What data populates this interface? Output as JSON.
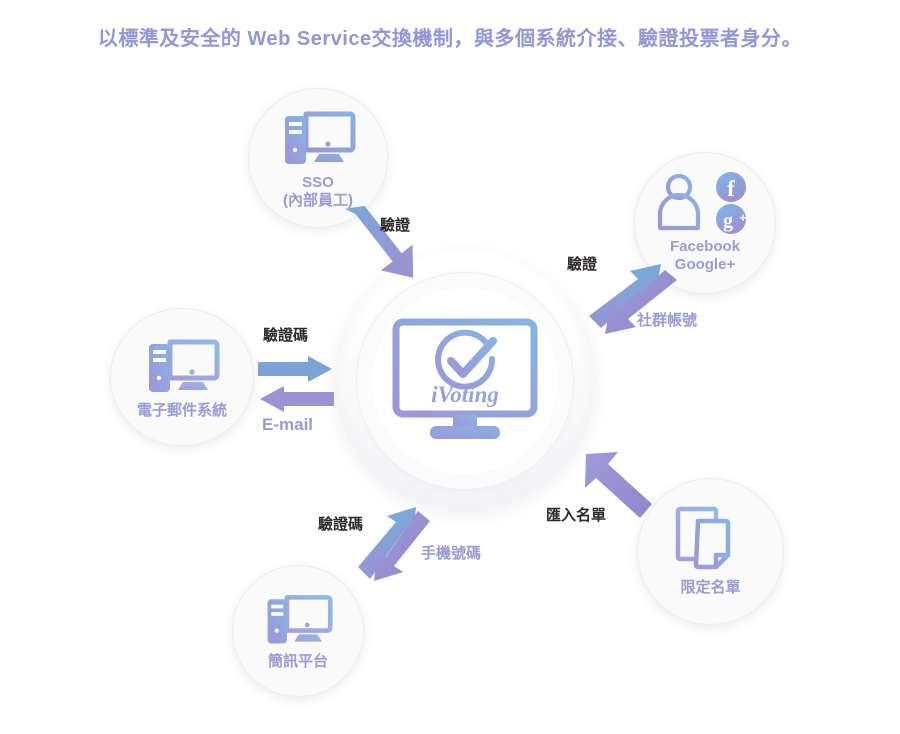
{
  "page": {
    "title": "以標準及安全的 Web Service交換機制，與多個系統介接、驗證投票者身分。",
    "title_color": "#9296d8",
    "background": "#ffffff"
  },
  "hub": {
    "name": "iVoting",
    "wordmark": "iVoting",
    "icon": "monitor-check-icon",
    "accent_from": "#7fb0e0",
    "accent_to": "#9a8fd2"
  },
  "nodes": [
    {
      "id": "sso",
      "icon": "desktop-computer-icon",
      "label_line1": "SSO",
      "label_line2": "(內部員工)"
    },
    {
      "id": "social",
      "icon": "person-social-badges-icon",
      "label_line1": "Facebook",
      "label_line2": "Google+",
      "badges": [
        {
          "name": "facebook-badge",
          "glyph": "f"
        },
        {
          "name": "google-plus-badge",
          "glyph": "g+"
        }
      ]
    },
    {
      "id": "email",
      "icon": "desktop-computer-icon",
      "label_line1": "電子郵件系統",
      "label_line2": ""
    },
    {
      "id": "sms",
      "icon": "desktop-computer-icon",
      "label_line1": "簡訊平台",
      "label_line2": ""
    },
    {
      "id": "roster",
      "icon": "documents-icon",
      "label_line1": "限定名單",
      "label_line2": ""
    }
  ],
  "edges": [
    {
      "id": "sso-to-hub",
      "label_primary": "驗證",
      "label_secondary": "",
      "direction": "one-way"
    },
    {
      "id": "hub-to-social",
      "label_primary": "驗證",
      "label_secondary": "社群帳號",
      "direction": "two-way"
    },
    {
      "id": "email-to-hub",
      "label_primary": "驗證碼",
      "label_secondary": "E-mail",
      "direction": "two-way"
    },
    {
      "id": "sms-to-hub",
      "label_primary": "驗證碼",
      "label_secondary": "手機號碼",
      "direction": "two-way"
    },
    {
      "id": "roster-to-hub",
      "label_primary": "匯入名單",
      "label_secondary": "",
      "direction": "one-way"
    }
  ],
  "colors": {
    "arrow_blue": "#7ba3d8",
    "arrow_purple": "#9a93d4",
    "node_text": "#9a9bd6",
    "edge_text_dark": "#2f2a2a"
  }
}
